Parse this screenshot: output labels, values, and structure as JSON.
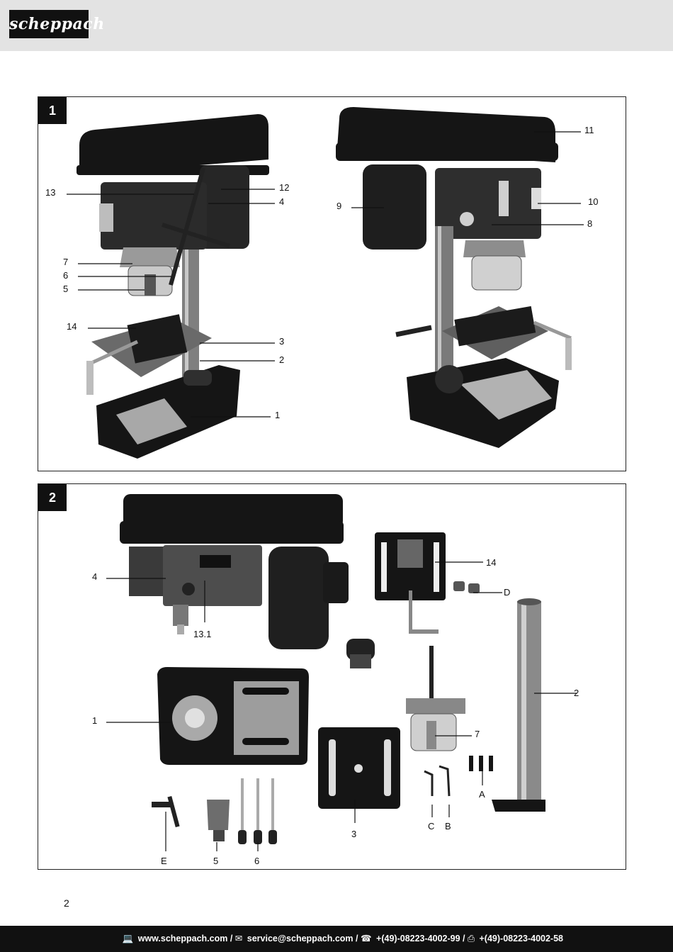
{
  "header": {
    "logo_text": "scheppach"
  },
  "figure1": {
    "number": "1",
    "labels": [
      "13",
      "7",
      "6",
      "5",
      "14",
      "12",
      "4",
      "3",
      "2",
      "1",
      "9",
      "11",
      "10",
      "8"
    ]
  },
  "figure2": {
    "number": "2",
    "labels": [
      "4",
      "13.1",
      "14",
      "D",
      "2",
      "1",
      "7",
      "A",
      "3",
      "C",
      "B",
      "E",
      "5",
      "6"
    ]
  },
  "page_number": "2",
  "footer": {
    "website": "www.scheppach.com",
    "email": "service@scheppach.com",
    "phone": "+(49)-08223-4002-99",
    "fax": "+(49)-08223-4002-58",
    "separator": "/"
  },
  "icons": [
    "monitor-icon",
    "mail-icon",
    "phone-icon",
    "fax-icon"
  ]
}
